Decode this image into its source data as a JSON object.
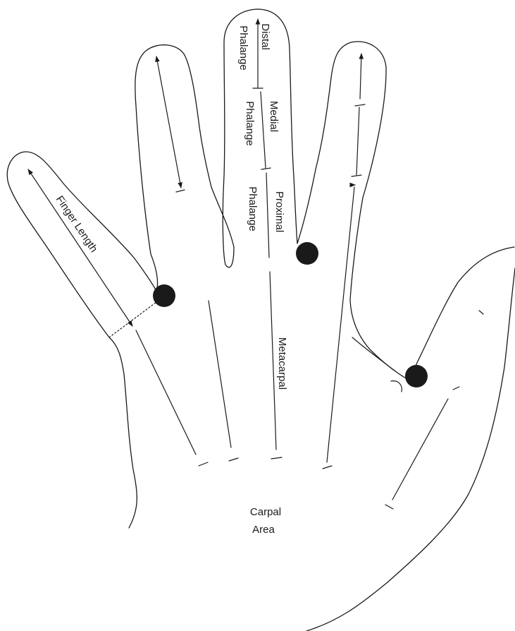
{
  "labels": {
    "distal": "Distal",
    "phalange_1": "Phalange",
    "medial": "Medial",
    "phalange_2": "Phalange",
    "proximal": "Proximal",
    "phalange_3": "Phalange",
    "metacarpal": "Metacarpal",
    "finger_length": "Finger Length",
    "carpal_1": "Carpal",
    "carpal_2": "Area"
  },
  "colors": {
    "ink": "#1a1a1a",
    "background": "#ffffff"
  }
}
